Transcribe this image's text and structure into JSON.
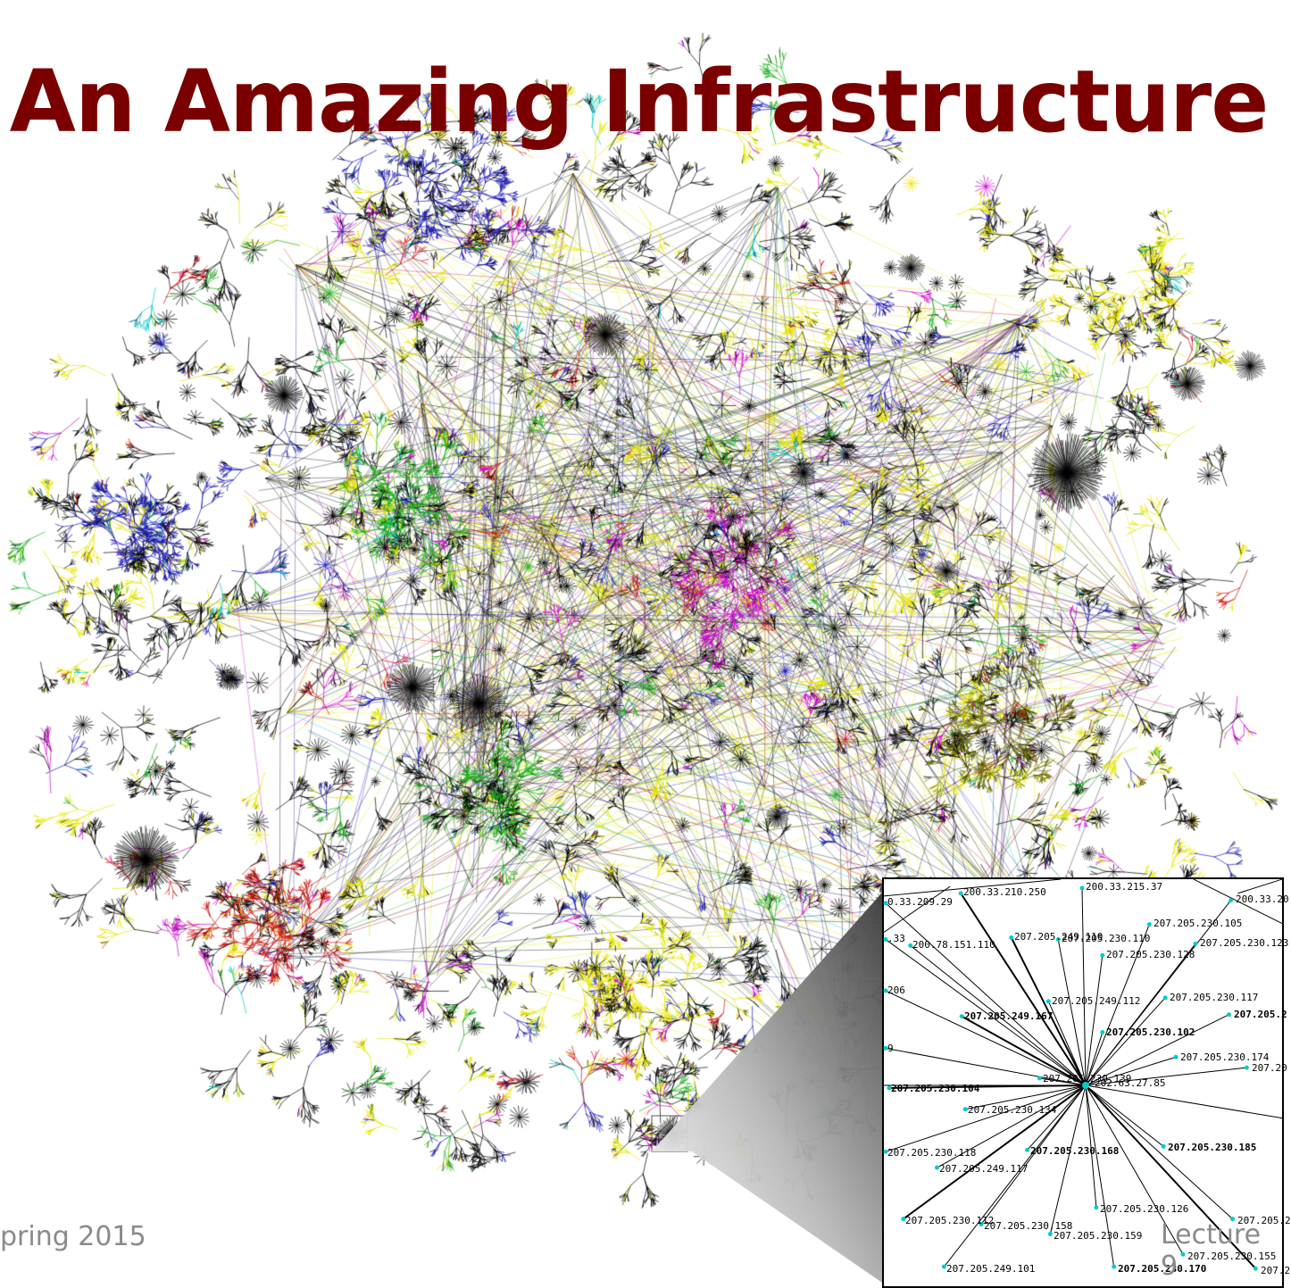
{
  "title": "An Amazing Infrastructure",
  "footer": {
    "left": "pring 2015",
    "right": "Lecture 9"
  },
  "colors": {
    "title": "#7a0000",
    "edges": [
      "#000000",
      "#1a1ac0",
      "#e6e600",
      "#16b016",
      "#d000d0",
      "#d01010",
      "#00c8c8",
      "#6a6a00"
    ]
  },
  "inset": {
    "hub_label": "202.63.27.85",
    "labels": [
      {
        "text": "200.33.210.250",
        "bold": false
      },
      {
        "text": "200.33.215.37",
        "bold": false
      },
      {
        "text": "200.33.20",
        "bold": false
      },
      {
        "text": "0.33.209.29",
        "bold": false
      },
      {
        "text": "207.205.230.105",
        "bold": false
      },
      {
        "text": ".33",
        "bold": false
      },
      {
        "text": "200.78.151.110",
        "bold": false
      },
      {
        "text": "207.205.249.110",
        "bold": false
      },
      {
        "text": "207.205.230.110",
        "bold": false
      },
      {
        "text": "207.205.230.123",
        "bold": false
      },
      {
        "text": "207.205.230.128",
        "bold": false
      },
      {
        "text": "206",
        "bold": false
      },
      {
        "text": "207.205.249.112",
        "bold": false
      },
      {
        "text": "207.205.230.117",
        "bold": false
      },
      {
        "text": "207.205.249.167",
        "bold": true
      },
      {
        "text": "207.205.230.102",
        "bold": true
      },
      {
        "text": "207.205.2",
        "bold": true
      },
      {
        "text": "207.205.230.174",
        "bold": false
      },
      {
        "text": "9",
        "bold": false
      },
      {
        "text": "207.20",
        "bold": false
      },
      {
        "text": "207.205.230.139",
        "bold": false
      },
      {
        "text": "207.205.230.104",
        "bold": true
      },
      {
        "text": "207.205.230.134",
        "bold": false
      },
      {
        "text": "207.205.230.118",
        "bold": false
      },
      {
        "text": "207.205.230.168",
        "bold": true
      },
      {
        "text": "207.205.230.185",
        "bold": true
      },
      {
        "text": "207.205.249.117",
        "bold": false
      },
      {
        "text": "207.205.230.126",
        "bold": false
      },
      {
        "text": "207.205.230.112",
        "bold": false
      },
      {
        "text": "207.205.230.158",
        "bold": false
      },
      {
        "text": "207.205.230.159",
        "bold": false
      },
      {
        "text": "207.205.2",
        "bold": false
      },
      {
        "text": "207.205.230.155",
        "bold": false
      },
      {
        "text": "207.205.249.101",
        "bold": false
      },
      {
        "text": "207.205.230.170",
        "bold": true
      },
      {
        "text": "207.2",
        "bold": false
      }
    ]
  }
}
